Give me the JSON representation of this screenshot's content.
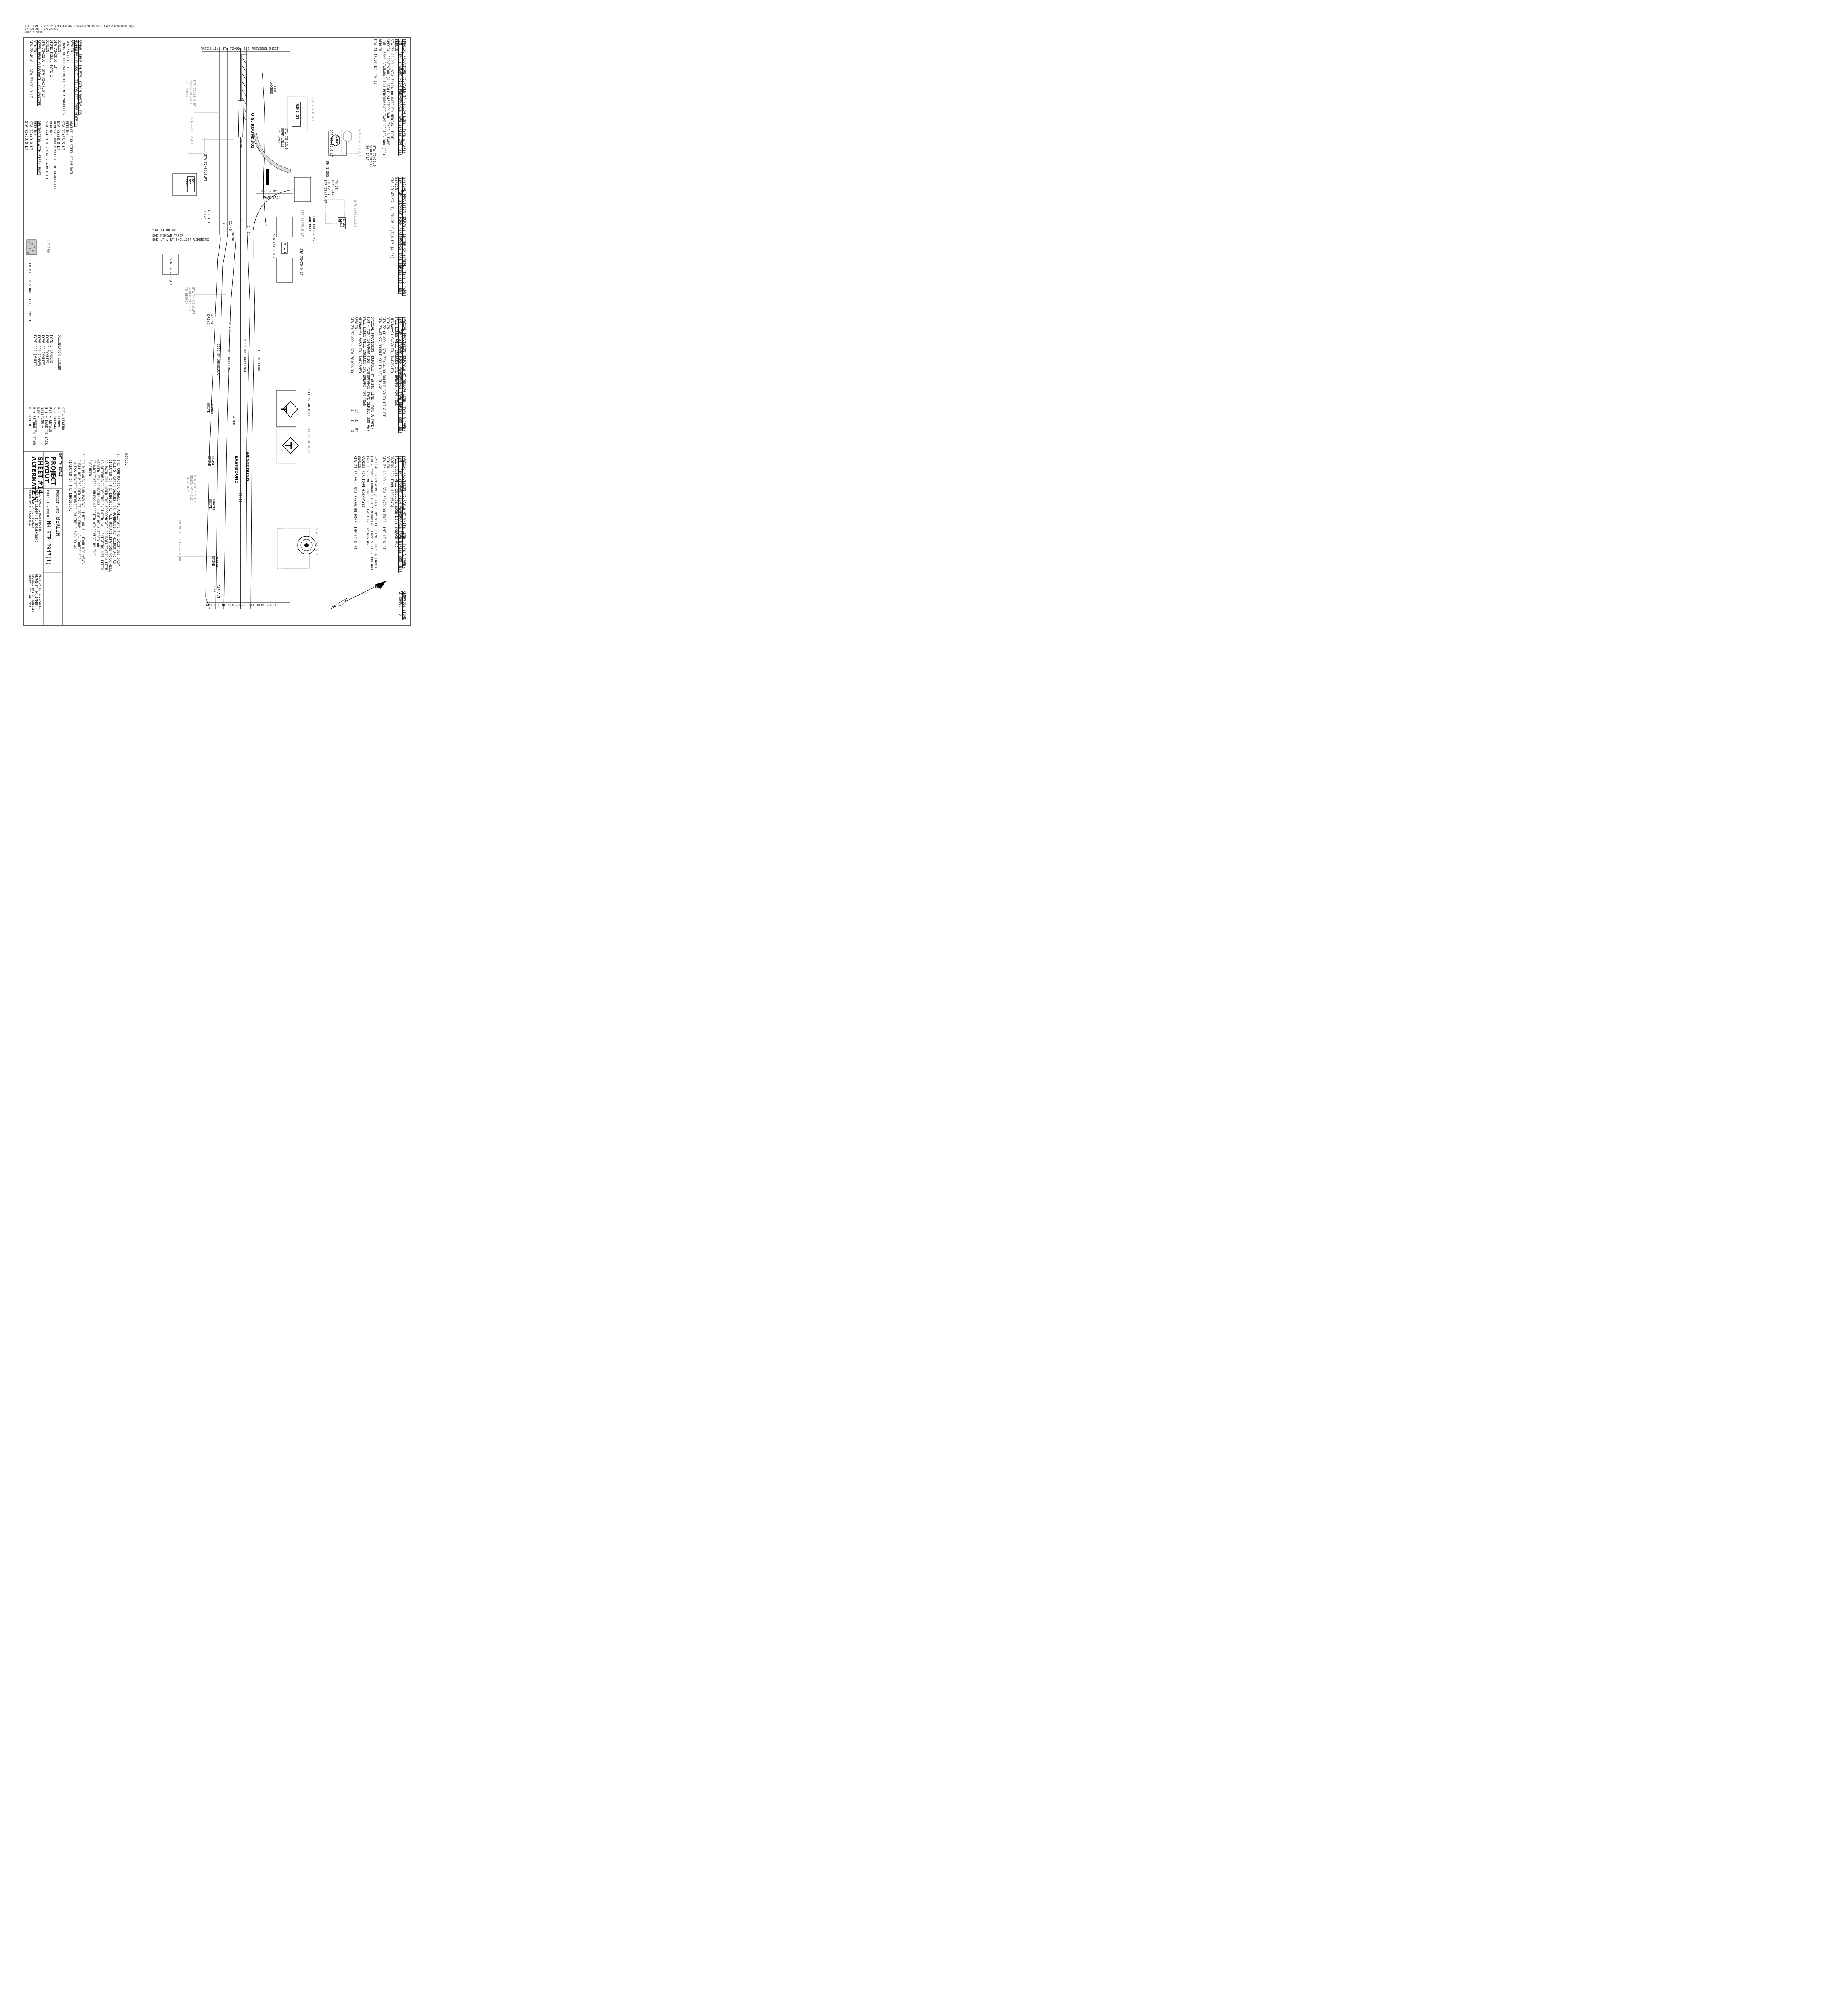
{
  "file_header": {
    "file_name": "FILE NAME = V:\\Projects\\ANY\\K2\\23456\\12d030\\Consultants\\12d030bdr.dgn",
    "date_time": "DATE/TIME = 5/22/2015",
    "user": "USER = 4066"
  },
  "notes_right_col1": {
    "title": "REMOVING SIGNS",
    "value": "AS SHOWN - 9"
  },
  "spec_durable_8in": {
    "title1": "SPECIAL PROVISION (DURABLE 8\" YELLOW LINE, TYPE A TAPE)",
    "title2": "(3M - \"3M\" STAMARK HIGH PERFORMANCE TAPE SERIES 380 (ES)",
    "l1": "BERLIN:",
    "l2": "STA 72+00.00 - STA 73+24.00 HATCHED MEDIAN LT/RT"
  },
  "spec_stop_bar": {
    "title1": "SPECIAL PROVISION (DURABLE 24\"STOP BAR, TYPE A TAPE)",
    "title2": "(3M - \"3M\" STAMARK HIGH PERFORMANCE TAPE SERIES 380 (ES)",
    "l1": "BERLIN:",
    "l2": "STA 73+47.97 LT, TH-26"
  },
  "spec_letter_symbol": {
    "title1": "SPECIAL PROVISION (DURABLE LETTER OR SYMBOL, TYPE D TAPE)",
    "title2": "(3M - \"3M\" STAMARK HIGH PERFORMANCE TAPE SERIES 380 (ES)",
    "l1": "BERLIN:",
    "l2": "STA 73+47.97 LT, TH-26 \"S,T,O,P\" (4 EA)"
  },
  "spec_4in_yellow": {
    "title1": "SPECIAL PROVISION (DURABLE 4\" YELLOW LINE, TYPE A TAPE)",
    "title2": "(3M - \"3M\" STAMARK HIGH PERFORMANCE TAPE SERIES 380 (ES)",
    "l1": "(ALL LINES WILL INCLUDE C/L BREAKS FOR TOWN",
    "l2": "HIGHWAYS) S=SOLID, D=DASHED",
    "l3": "BERLIN:",
    "l4": "STA 72+00.00 - STA 73+24.00 DOUBLE SOLID LT & RT",
    "l5": "STA 73+47.97 DOUBLE SOLID LT, TH-26"
  },
  "spec_4in_white_aw": {
    "title1": "SPECIAL PROVISION (DURABLE 4\" WHITE LINE, TYPE A TAPE)",
    "title2": "(3M - \"3M\" STAMARK HIGH PERFORMANCE TAPE SERIES 380 AW)",
    "l1": "(ALL LINES WILL INCLUDE C/L BREAKS FOR TOWN",
    "l2": "HIGHWAYS) S=SOLID, D=DASHED",
    "l3": "BERLIN:",
    "l4": "STA 73+72.00 - STA 78+00.00",
    "l5": "LT   ℄   RT",
    "l6": "S    S    S"
  },
  "spec_4in_white_es": {
    "title1": "SPECIAL PROVISION (DURABLE 4\" WHITE LINE, TYPE A TAPE)",
    "title2": "(3M - \"3M\" STAMARK HIGH PERFORMANCE TAPE SERIES 380 (ES)",
    "l1": "(ALL LINES WILL INCLUDE EDGE LINE BREAKS AND",
    "l2": "RADIUS FOR TOWN HIGHWAYS)",
    "l3": "BERLIN:",
    "l4": "STA 72+00.00 - STA 73+72.00 EDGE LINE LT & RT"
  },
  "spec_4in_white_aw2": {
    "title1": "SPECIAL PROVISION (DURABLE 4\" WHITE LINE, TYPE A TAPE)",
    "title2": "(3M - \"3M\" STAMARK HIGH PERFORMANCE TAPE SERIES 380 AW)",
    "l1": "(ALL LINES WILL INCLUDE EDGE LINE BREAKS AND",
    "l2": "RADIUS FOR TOWN HIGHWAYS)",
    "l3": "BERLIN:",
    "l4": "STA 73+72.00 - STA 78+00.00 EDGE LINE LT & RT"
  },
  "left_notes": {
    "rehab_title": "REHAB. DROP INLETS, CATCH BASINS, OR",
    "rehab_title2": "MANHOLES, CLASS I, II, OR III (SEE NOTE 1)",
    "rehab_l1": "BERLIN:",
    "rehab_l2": "STA 73+12.0 LT",
    "chg_title": "CHANGING ELEVATION OF SEWER MANHOLES",
    "chg_l1": "BERLIN:",
    "chg_l2": "STA 73+38.0 LT",
    "stone_title": "STONE FILL, TYPE I",
    "stone_l1": "BERLIN:",
    "stone_l2": "STA 73+32.0 - STA 73+37.0 LT",
    "steel_title": "STEEL BEAM GUARDRAIL, GALVANIZED",
    "steel_l1": "BERLIN:",
    "steel_l2": "STA 72+49.0 - STA 73+38.0 LT",
    "anchor_title": "ANCHOR FOR STEEL BEAM RAIL",
    "anchor_l1": "BERLIN:",
    "anchor_l2": "STA 72+55.5 LT",
    "anchor_l3": "STA 73+38.0 LT",
    "removal_title": "REMOVAL AND DISPOSAL OF GUARDRAIL",
    "removal_l1": "BERLIN:",
    "removal_l2": "STA 72+88.0 - STA 73+38.0 LT",
    "delin_title": "DELINEATOR WITH STEEL POST",
    "delin_l1": "BERLIN:",
    "delin_l2": "STA 72+49.0 LT",
    "delin_l3": "STA 73+38.0 LT"
  },
  "legend": {
    "title": "LEGEND",
    "item": "ITEM 613.10 STONE FILL, TYPE I"
  },
  "delineator_legend": {
    "title": "DELINEATOR LEGEND",
    "rows": [
      "TYPE I (AMBER)",
      "TYPE I (WHITE)",
      "TYPE II (WHITE)",
      "TYPE III (AMBER)",
      "TYPE III (WHITE)"
    ]
  },
  "sign_legend": {
    "title": "SIGN LEGEND",
    "rows": [
      "R = REMOVE",
      "S = SALVAGE",
      "RET = RETAIN",
      "B-B = BACK TO BACK",
      "EXISTING = --------",
      "NEW = ______",
      "R = RETURN TO TOWN",
      "OF BERLIN"
    ]
  },
  "title_block": {
    "not_to_scale": "NOT TO SCALE",
    "t1": "PROJECT",
    "t2": "LAYOUT",
    "t3": "SHEET #14",
    "t4": "ALTERNATE A",
    "project_name_label": "PROJECT NAME:",
    "project_name": "BERLIN",
    "project_number_label": "PROJECT NUMBER:",
    "project_number": "NH STP 2947(1)",
    "file_name": "FILE NAME: 12d030bdr.dgn",
    "project_leader": "PROJECT LEADER: D. GOZALKOWSKI",
    "designed_by": "DESIGNED BY: B. HEALEY",
    "iparm_file": "IPARM FILE: 12d030bdr.i",
    "plot_date": "PLOT DATE: 5/22/2015",
    "drawn_by": "DRAWN BY: M. DAMES",
    "checked_by": "CHECKED BY: J. SHIELDS",
    "sheet": "SHEET  171  OF  254"
  },
  "notes": {
    "title": "NOTES:",
    "n1": [
      "1. THE CONTRACTOR SHALL REHABILITATE THE EXISTING DROP",
      "   INLETS, CATCH BASINS, OR MANHOLES AS NEEDED AND AS",
      "   DIRECTED BY THE ENGINEER. ALL REHABILITATION WORK WILL",
      "   BE PAID FOR UNDER THE APPROPRIATE REHABILITATION ITEM",
      "   AS DETERMINED BY THE ENGINEER. ALL EXISTING UTILITIES",
      "   MARKED \"TO REMAIN\" SHALL NOT BE ALTERED OR",
      "   REHABILITATED UNLESS DIRECTED OTHERWISE BY THE",
      "   ENGINEER."
    ],
    "n2": [
      "2. COLD PLANING AND PAVING LIMIT ON ALL TOWN HIGHWAYS",
      "   SHALL BE MEASURED 25 FT BACK FROM U.S. ROUTE 302",
      "   UNLESS DENOTED OTHERWISE ON THE PLANS OR AS",
      "   DIRECTED BY THE ENGINEER."
    ]
  },
  "plan": {
    "match_top": "MATCH LINE STA 72+00, SEE PREVIOUS SHEET",
    "match_bottom": "MATCH LINE STA 78+00, SEE NEXT SHEET",
    "route": "U.S. ROUTE 302",
    "field_access": "FIELD\nACCESS",
    "sta_73": "73+00",
    "sta_74": "74+00",
    "sta_75": "75+00",
    "sta_76": "76+00",
    "sta_77": "77+00",
    "sta_74_label": "STA 74+00.00",
    "end_median": "END MEDIAN TAPER",
    "end_shoulder": "END LT & RT SHOULDER WIDENING",
    "pave_back": "PAVE BACK",
    "dim_40": "40' - 0\"",
    "end_cold": "END COLD PLANE\nAND PAVE",
    "vine_street": "TH-26\nVINE STREET\n(GRAVEL)\nSTA 73+47.97",
    "mm": "MM 1.392",
    "sewer_mh": "STA 73+38.0\nSEWER MANHOLE\n30'-2\"LT",
    "drop_inlet": "STA 73+12.0\nDROP INLET\n17'-2\"LT",
    "asphalt": "ASPHALT\nDRIVE",
    "gravel": "GRAVEL\nDRIVE",
    "edge_shoulder": "EDGE OF SHOULDER",
    "edge_travelway": "EDGE OF TRAVELWAY",
    "edge_travelway2": "EDGE OF TRAVELWAY",
    "face_curb": "FACE OF CURB",
    "westbound": "WESTBOUND",
    "eastbound": "EASTBOUND",
    "private_sign": "PRIVATE BUSINESS SIGN",
    "smh1": "STA 72+68.0,RT\nSEWER MANHOLE\nTO REMAIN",
    "smh2": "STA 74+53.0,RT\nSEWER MANHOLE\nTO REMAIN",
    "smh3": "STA 76+98.0,RT\nSEWER MANHOLE\nTO REMAIN",
    "s_7393": "STA 72+93.0,RT",
    "s_7393b": "STA 72+93.0,RT",
    "s_7322": "STA 74+22.0,RT",
    "s_7320": "STA 73+20.0,LT",
    "s_7320b": "STA 73+20.0,LT",
    "s_7325": "STA 73+25.0,LT",
    "s_7360": "STA 73+60.0,LT",
    "s_7370": "STA 73+70.0,LT",
    "s_7370b": "STA 73+70.0,LT",
    "s_7390": "STA 73+90.0,LT",
    "s_7648": "STA 76+48.0,LT",
    "s_7648b": "STA 76+48.0,LT",
    "s_7759": "STA 77+59.0,LT",
    "sign_vine": "VINE ST",
    "sign_stop": "STOP",
    "sign_dnp": "DO\nNOT\nPASS",
    "sign_speed": "SPEED\nLIMIT\n35",
    "sign_vine2": "Vine St",
    "dim_11": "11'-0\"",
    "dim_7": "7'-0\"",
    "dim_1": "1'-0\"",
    "north": "N"
  }
}
